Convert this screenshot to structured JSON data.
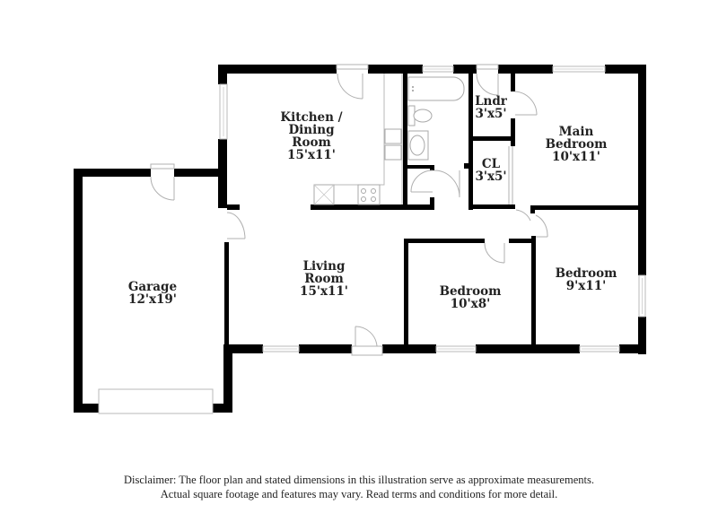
{
  "floor_plan": {
    "rooms": [
      {
        "id": "kitchen-dining",
        "name_lines": [
          "Kitchen /",
          "Dining",
          "Room"
        ],
        "dimensions": "15'x11'"
      },
      {
        "id": "laundry",
        "name_lines": [
          "Lndr"
        ],
        "dimensions": "3'x5'"
      },
      {
        "id": "main-bedroom",
        "name_lines": [
          "Main",
          "Bedroom"
        ],
        "dimensions": "10'x11'"
      },
      {
        "id": "closet",
        "name_lines": [
          "CL"
        ],
        "dimensions": "3'x5'"
      },
      {
        "id": "garage",
        "name_lines": [
          "Garage"
        ],
        "dimensions": "12'x19'"
      },
      {
        "id": "living-room",
        "name_lines": [
          "Living",
          "Room"
        ],
        "dimensions": "15'x11'"
      },
      {
        "id": "bedroom-2",
        "name_lines": [
          "Bedroom"
        ],
        "dimensions": "10'x8'"
      },
      {
        "id": "bedroom-3",
        "name_lines": [
          "Bedroom"
        ],
        "dimensions": "9'x11'"
      }
    ],
    "colors": {
      "wall": "#000000",
      "fixture_line": "#b0b0b0",
      "text": "#222222"
    }
  },
  "disclaimer": {
    "line1": "Disclaimer: The floor plan and stated dimensions in this illustration serve as approximate measurements.",
    "line2": "Actual square footage and features may vary. Read terms and conditions for more detail."
  }
}
